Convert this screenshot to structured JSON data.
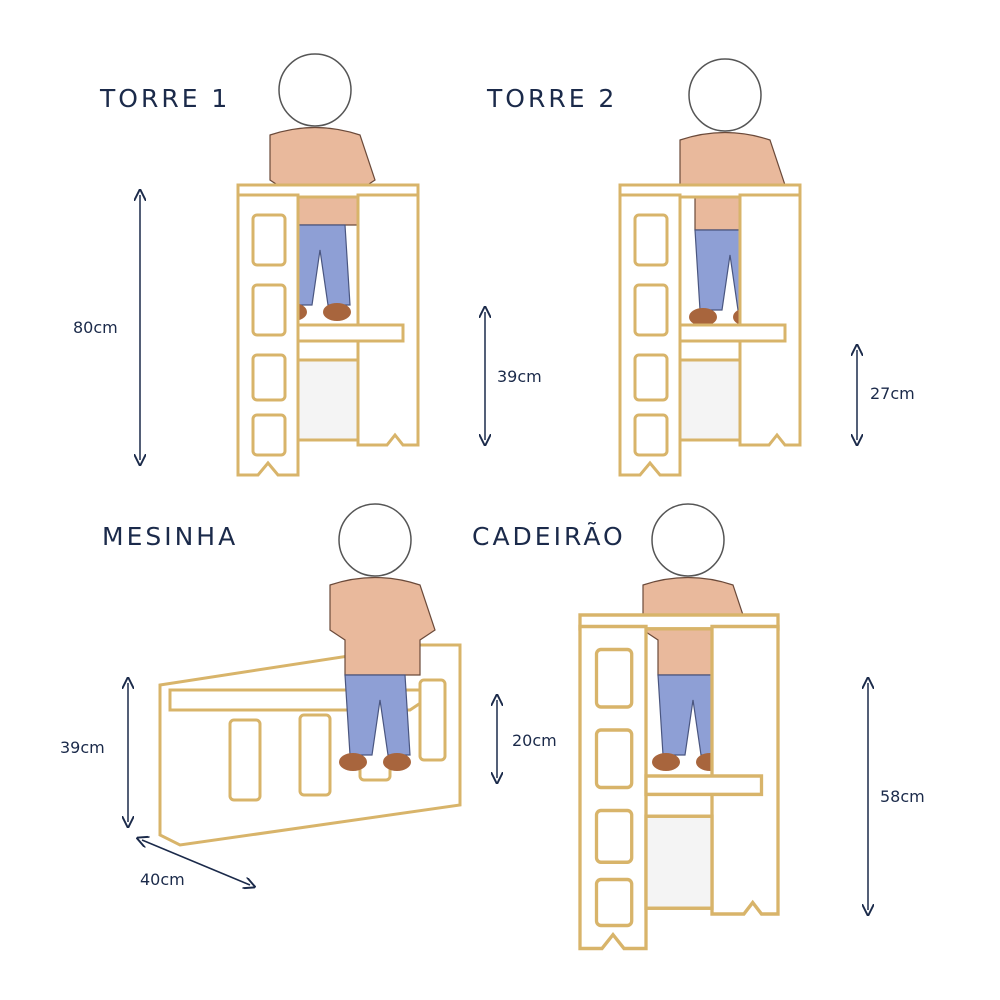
{
  "panels": [
    {
      "title": "TORRE 1",
      "dims": [
        "80cm",
        "39cm"
      ]
    },
    {
      "title": "TORRE 2",
      "dims": [
        "27cm"
      ]
    },
    {
      "title": "MESINHA",
      "dims": [
        "39cm",
        "20cm",
        "40cm"
      ]
    },
    {
      "title": "CADEIRÃO",
      "dims": [
        "58cm"
      ]
    }
  ],
  "colors": {
    "text": "#1b2a4a",
    "wood_edge": "#d8b46a",
    "shirt": "#e9b99c",
    "pants": "#8e9fd5",
    "shoes": "#a8653d"
  }
}
